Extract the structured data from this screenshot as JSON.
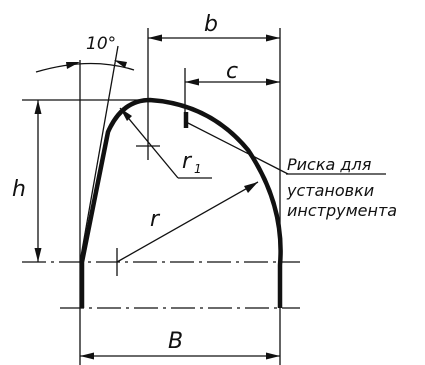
{
  "labels": {
    "angle": "10°",
    "b": "b",
    "c": "c",
    "h": "h",
    "r1_main": "r",
    "r1_sub": "1",
    "r": "r",
    "B": "B",
    "note_line1": "Риска для",
    "note_line2": "установки",
    "note_line3": "инструмента"
  }
}
